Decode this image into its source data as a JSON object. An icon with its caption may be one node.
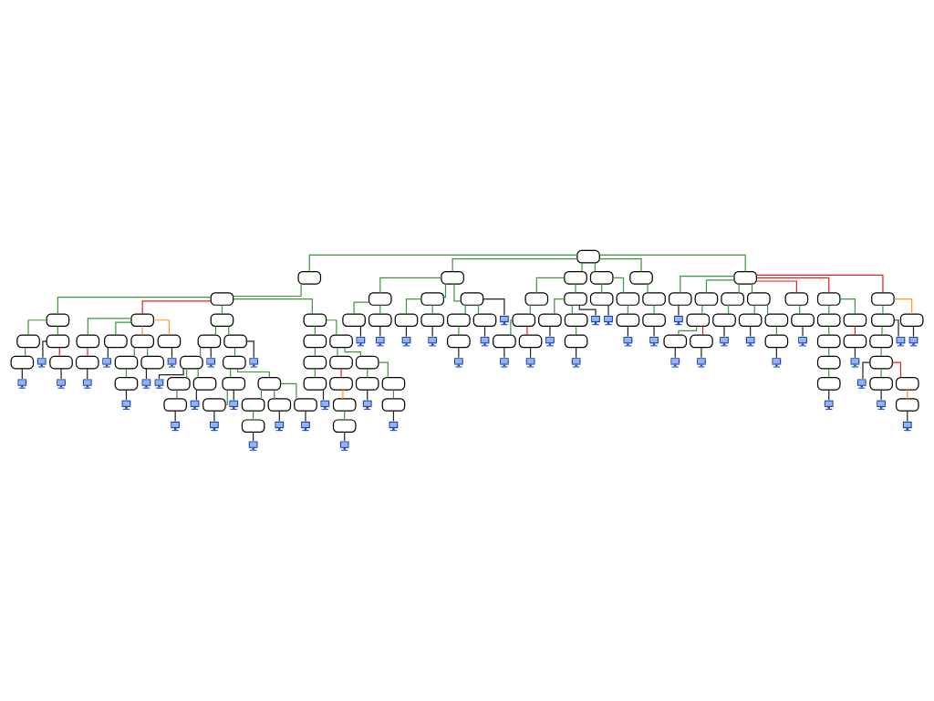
{
  "diagram": {
    "nodes": [
      {
        "text": [],
        "shape": "box"
      },
      {
        "text": [],
        "shape": "box"
      },
      {
        "text": [],
        "shape": "box"
      },
      {
        "text": [],
        "shape": "box"
      },
      {
        "text": [],
        "shape": "box"
      },
      {
        "text": [],
        "shape": "box"
      },
      {
        "text": [],
        "shape": "picture"
      },
      {
        "text": [],
        "shape": "box"
      },
      {
        "text": [],
        "shape": "picture"
      },
      {
        "text": [],
        "shape": "box"
      },
      {
        "text": [],
        "shape": "picture"
      },
      {
        "text": [],
        "shape": "box"
      },
      {
        "text": [],
        "shape": "box"
      },
      {
        "text": [],
        "shape": "box"
      },
      {
        "text": [],
        "shape": "picture"
      },
      {
        "text": [],
        "shape": "box"
      },
      {
        "text": [],
        "shape": "picture"
      },
      {
        "text": [],
        "shape": "box"
      },
      {
        "text": [],
        "shape": "box"
      },
      {
        "text": [],
        "shape": "box"
      },
      {
        "text": [],
        "shape": "picture"
      },
      {
        "text": [],
        "shape": "box"
      },
      {
        "text": [],
        "shape": "picture"
      },
      {
        "text": [],
        "shape": "box"
      },
      {
        "text": [],
        "shape": "picture"
      },
      {
        "text": [],
        "shape": "box"
      },
      {
        "text": [],
        "shape": "box"
      },
      {
        "text": [],
        "shape": "box"
      },
      {
        "text": [],
        "shape": "picture"
      },
      {
        "text": [],
        "shape": "box"
      },
      {
        "text": [],
        "shape": "box"
      },
      {
        "text": [],
        "shape": "picture"
      },
      {
        "text": [],
        "shape": "box"
      },
      {
        "text": [],
        "shape": "picture"
      },
      {
        "text": [],
        "shape": "picture"
      },
      {
        "text": [],
        "shape": "box"
      },
      {
        "text": [],
        "shape": "box"
      },
      {
        "text": [],
        "shape": "box"
      },
      {
        "text": [],
        "shape": "box"
      },
      {
        "text": [],
        "shape": "picture"
      },
      {
        "text": [],
        "shape": "picture"
      },
      {
        "text": [],
        "shape": "box"
      },
      {
        "text": [],
        "shape": "box"
      },
      {
        "text": [],
        "shape": "box"
      },
      {
        "text": [],
        "shape": "picture"
      },
      {
        "text": [],
        "shape": "box"
      },
      {
        "text": [],
        "shape": "picture"
      },
      {
        "text": [],
        "shape": "box"
      },
      {
        "text": [],
        "shape": "picture"
      },
      {
        "text": [],
        "shape": "picture"
      },
      {
        "text": [],
        "shape": "box"
      },
      {
        "text": [],
        "shape": "box"
      },
      {
        "text": [],
        "shape": "box"
      },
      {
        "text": [],
        "shape": "box"
      },
      {
        "text": [],
        "shape": "picture"
      },
      {
        "text": [],
        "shape": "box"
      },
      {
        "text": [],
        "shape": "box"
      },
      {
        "text": [],
        "shape": "box"
      },
      {
        "text": [],
        "shape": "box"
      },
      {
        "text": [],
        "shape": "box"
      },
      {
        "text": [],
        "shape": "picture"
      },
      {
        "text": [],
        "shape": "box"
      },
      {
        "text": [],
        "shape": "box"
      },
      {
        "text": [],
        "shape": "picture"
      },
      {
        "text": [],
        "shape": "box"
      },
      {
        "text": [],
        "shape": "box"
      },
      {
        "text": [],
        "shape": "picture"
      },
      {
        "text": [],
        "shape": "box"
      },
      {
        "text": [],
        "shape": "box"
      },
      {
        "text": [],
        "shape": "box"
      },
      {
        "text": [],
        "shape": "picture"
      },
      {
        "text": [],
        "shape": "box"
      },
      {
        "text": [],
        "shape": "picture"
      },
      {
        "text": [],
        "shape": "box"
      },
      {
        "text": [],
        "shape": "box"
      },
      {
        "text": [],
        "shape": "picture"
      },
      {
        "text": [],
        "shape": "box"
      },
      {
        "text": [],
        "shape": "picture"
      },
      {
        "text": [],
        "shape": "box"
      },
      {
        "text": [],
        "shape": "box"
      },
      {
        "text": [],
        "shape": "box"
      },
      {
        "text": [],
        "shape": "picture"
      },
      {
        "text": [],
        "shape": "box"
      },
      {
        "text": [],
        "shape": "picture"
      },
      {
        "text": [],
        "shape": "picture"
      },
      {
        "text": [],
        "shape": "box"
      },
      {
        "text": [],
        "shape": "box"
      },
      {
        "text": [],
        "shape": "box"
      },
      {
        "text": [],
        "shape": "box"
      },
      {
        "text": [],
        "shape": "picture"
      },
      {
        "text": [],
        "shape": "box"
      },
      {
        "text": [],
        "shape": "picture"
      },
      {
        "text": [],
        "shape": "box"
      },
      {
        "text": [],
        "shape": "box"
      },
      {
        "text": [],
        "shape": "picture"
      },
      {
        "text": [],
        "shape": "box"
      },
      {
        "text": [],
        "shape": "box"
      },
      {
        "text": [],
        "shape": "picture"
      },
      {
        "text": [],
        "shape": "picture"
      },
      {
        "text": [],
        "shape": "box"
      },
      {
        "text": [],
        "shape": "box"
      },
      {
        "text": [],
        "shape": "picture"
      },
      {
        "text": [],
        "shape": "box"
      },
      {
        "text": [],
        "shape": "box"
      },
      {
        "text": [],
        "shape": "picture"
      },
      {
        "text": [],
        "shape": "box"
      },
      {
        "text": [],
        "shape": "box"
      },
      {
        "text": [],
        "shape": "box"
      },
      {
        "text": [],
        "shape": "picture"
      },
      {
        "text": [],
        "shape": "box"
      },
      {
        "text": [],
        "shape": "box"
      },
      {
        "text": [],
        "shape": "picture"
      },
      {
        "text": [],
        "shape": "box"
      },
      {
        "text": [],
        "shape": "box"
      },
      {
        "text": [],
        "shape": "box"
      },
      {
        "text": [],
        "shape": "picture"
      },
      {
        "text": [],
        "shape": "box"
      },
      {
        "text": [],
        "shape": "picture"
      },
      {
        "text": [],
        "shape": "box"
      },
      {
        "text": [],
        "shape": "box"
      },
      {
        "text": [],
        "shape": "picture"
      },
      {
        "text": [],
        "shape": "box"
      },
      {
        "text": [],
        "shape": "box"
      },
      {
        "text": [],
        "shape": "picture"
      },
      {
        "text": [],
        "shape": "box"
      },
      {
        "text": [],
        "shape": "box"
      },
      {
        "text": [],
        "shape": "picture"
      },
      {
        "text": [],
        "shape": "box"
      },
      {
        "text": [],
        "shape": "box"
      },
      {
        "text": [],
        "shape": "picture"
      },
      {
        "text": [],
        "shape": "box"
      },
      {
        "text": [],
        "shape": "box"
      },
      {
        "text": [],
        "shape": "box"
      },
      {
        "text": [],
        "shape": "box"
      },
      {
        "text": [],
        "shape": "box"
      },
      {
        "text": [],
        "shape": "picture"
      },
      {
        "text": [],
        "shape": "box"
      },
      {
        "text": [],
        "shape": "box"
      },
      {
        "text": [],
        "shape": "picture"
      },
      {
        "text": [],
        "shape": "box"
      },
      {
        "text": [],
        "shape": "box"
      },
      {
        "text": [],
        "shape": "box"
      },
      {
        "text": [],
        "shape": "box"
      },
      {
        "text": [],
        "shape": "picture"
      },
      {
        "text": [],
        "shape": "box"
      },
      {
        "text": [],
        "shape": "picture"
      },
      {
        "text": [],
        "shape": "box"
      },
      {
        "text": [],
        "shape": "box"
      },
      {
        "text": [],
        "shape": "picture"
      },
      {
        "text": [],
        "shape": "picture"
      },
      {
        "text": [],
        "shape": "box"
      },
      {
        "text": [],
        "shape": "picture"
      }
    ],
    "edges": [
      {
        "from": 0,
        "to": 1,
        "arrow": "none"
      },
      {
        "from": 1,
        "to": 2,
        "arrow": "none"
      },
      {
        "from": 2,
        "to": 3,
        "arrow": "none"
      },
      {
        "from": 3,
        "to": 4,
        "arrow": "none"
      },
      {
        "from": 4,
        "to": 5,
        "arrow": "none"
      },
      {
        "from": 5,
        "to": 6,
        "arrow": "none",
        "color": "#222222"
      },
      {
        "from": 3,
        "to": 7,
        "arrow": "none"
      },
      {
        "from": 7,
        "to": 8,
        "arrow": "none",
        "color": "#222222"
      },
      {
        "from": 7,
        "to": 9,
        "arrow": "none",
        "color": "#e52222"
      },
      {
        "from": 9,
        "to": 10,
        "arrow": "none",
        "color": "#222222"
      },
      {
        "from": 2,
        "to": 11,
        "arrow": "none",
        "color": "#e52222"
      },
      {
        "from": 11,
        "to": 12,
        "arrow": "none"
      },
      {
        "from": 12,
        "to": 13,
        "arrow": "none",
        "color": "#e52222"
      },
      {
        "from": 13,
        "to": 14,
        "arrow": "none",
        "color": "#222222"
      },
      {
        "from": 11,
        "to": 15,
        "arrow": "none"
      },
      {
        "from": 15,
        "to": 16,
        "arrow": "none",
        "color": "#222222"
      },
      {
        "from": 11,
        "to": 17,
        "arrow": "none",
        "color": "#ff9a1a"
      },
      {
        "from": 17,
        "to": 18,
        "arrow": "none"
      },
      {
        "from": 18,
        "to": 19,
        "arrow": "none"
      },
      {
        "from": 19,
        "to": 20,
        "arrow": "none",
        "color": "#222222"
      },
      {
        "from": 17,
        "to": 21,
        "arrow": "none"
      },
      {
        "from": 21,
        "to": 22,
        "arrow": "none",
        "color": "#222222"
      },
      {
        "from": 11,
        "to": 23,
        "arrow": "none",
        "color": "#ff9a1a"
      },
      {
        "from": 23,
        "to": 24,
        "arrow": "none",
        "color": "#222222"
      },
      {
        "from": 2,
        "to": 25,
        "arrow": "none"
      },
      {
        "from": 25,
        "to": 26,
        "arrow": "none"
      },
      {
        "from": 26,
        "to": 27,
        "arrow": "none"
      },
      {
        "from": 27,
        "to": 28,
        "arrow": "none",
        "color": "#222222"
      },
      {
        "from": 27,
        "to": 29,
        "arrow": "none"
      },
      {
        "from": 29,
        "to": 30,
        "arrow": "none"
      },
      {
        "from": 30,
        "to": 31,
        "arrow": "none",
        "color": "#222222"
      },
      {
        "from": 27,
        "to": 32,
        "arrow": "none"
      },
      {
        "from": 32,
        "to": 33,
        "arrow": "none",
        "color": "#222222"
      },
      {
        "from": 26,
        "to": 34,
        "arrow": "none",
        "color": "#222222"
      },
      {
        "from": 25,
        "to": 35,
        "arrow": "none"
      },
      {
        "from": 35,
        "to": 36,
        "arrow": "none"
      },
      {
        "from": 36,
        "to": 37,
        "arrow": "none"
      },
      {
        "from": 37,
        "to": 38,
        "arrow": "none"
      },
      {
        "from": 38,
        "to": 39,
        "arrow": "none",
        "color": "#222222"
      },
      {
        "from": 37,
        "to": 40,
        "arrow": "none",
        "color": "#222222"
      },
      {
        "from": 36,
        "to": 41,
        "arrow": "none"
      },
      {
        "from": 41,
        "to": 42,
        "arrow": "none"
      },
      {
        "from": 42,
        "to": 43,
        "arrow": "none"
      },
      {
        "from": 43,
        "to": 44,
        "arrow": "none",
        "color": "#222222"
      },
      {
        "from": 41,
        "to": 45,
        "arrow": "none"
      },
      {
        "from": 45,
        "to": 46,
        "arrow": "none",
        "color": "#222222"
      },
      {
        "from": 41,
        "to": 47,
        "arrow": "none"
      },
      {
        "from": 47,
        "to": 48,
        "arrow": "none",
        "color": "#222222"
      },
      {
        "from": 35,
        "to": 49,
        "arrow": "none",
        "color": "#222222"
      },
      {
        "from": 2,
        "to": 50,
        "arrow": "none"
      },
      {
        "from": 50,
        "to": 51,
        "arrow": "none"
      },
      {
        "from": 51,
        "to": 52,
        "arrow": "none"
      },
      {
        "from": 52,
        "to": 53,
        "arrow": "none"
      },
      {
        "from": 53,
        "to": 54,
        "arrow": "none",
        "color": "#222222"
      },
      {
        "from": 50,
        "to": 55,
        "arrow": "none"
      },
      {
        "from": 55,
        "to": 56,
        "arrow": "none"
      },
      {
        "from": 56,
        "to": 57,
        "arrow": "none",
        "color": "#e52222"
      },
      {
        "from": 57,
        "to": 58,
        "arrow": "none",
        "color": "#ff9a1a"
      },
      {
        "from": 58,
        "to": 59,
        "arrow": "none"
      },
      {
        "from": 59,
        "to": 60,
        "arrow": "none",
        "color": "#222222"
      },
      {
        "from": 55,
        "to": 61,
        "arrow": "none"
      },
      {
        "from": 61,
        "to": 62,
        "arrow": "none"
      },
      {
        "from": 62,
        "to": 63,
        "arrow": "none",
        "color": "#222222"
      },
      {
        "from": 61,
        "to": 64,
        "arrow": "none"
      },
      {
        "from": 64,
        "to": 65,
        "arrow": "none"
      },
      {
        "from": 65,
        "to": 66,
        "arrow": "none",
        "color": "#222222"
      },
      {
        "from": 0,
        "to": 67,
        "arrow": "none"
      },
      {
        "from": 67,
        "to": 68,
        "arrow": "none"
      },
      {
        "from": 68,
        "to": 69,
        "arrow": "none"
      },
      {
        "from": 69,
        "to": 70,
        "arrow": "none",
        "color": "#222222"
      },
      {
        "from": 68,
        "to": 71,
        "arrow": "none"
      },
      {
        "from": 71,
        "to": 72,
        "arrow": "none",
        "color": "#222222"
      },
      {
        "from": 67,
        "to": 73,
        "arrow": "none"
      },
      {
        "from": 73,
        "to": 74,
        "arrow": "none"
      },
      {
        "from": 74,
        "to": 75,
        "arrow": "none",
        "color": "#222222"
      },
      {
        "from": 73,
        "to": 76,
        "arrow": "none"
      },
      {
        "from": 76,
        "to": 77,
        "arrow": "none",
        "color": "#222222"
      },
      {
        "from": 67,
        "to": 78,
        "arrow": "none"
      },
      {
        "from": 78,
        "to": 79,
        "arrow": "none"
      },
      {
        "from": 79,
        "to": 80,
        "arrow": "none"
      },
      {
        "from": 80,
        "to": 81,
        "arrow": "none",
        "color": "#222222"
      },
      {
        "from": 78,
        "to": 82,
        "arrow": "none"
      },
      {
        "from": 82,
        "to": 83,
        "arrow": "none",
        "color": "#222222"
      },
      {
        "from": 78,
        "to": 84,
        "arrow": "none",
        "color": "#222222"
      },
      {
        "from": 0,
        "to": 85,
        "arrow": "none"
      },
      {
        "from": 85,
        "to": 86,
        "arrow": "none"
      },
      {
        "from": 86,
        "to": 87,
        "arrow": "none"
      },
      {
        "from": 87,
        "to": 88,
        "arrow": "none"
      },
      {
        "from": 88,
        "to": 89,
        "arrow": "none",
        "color": "#222222"
      },
      {
        "from": 87,
        "to": 90,
        "arrow": "none",
        "color": "#e52222"
      },
      {
        "from": 90,
        "to": 91,
        "arrow": "none",
        "color": "#222222"
      },
      {
        "from": 85,
        "to": 92,
        "arrow": "none"
      },
      {
        "from": 92,
        "to": 93,
        "arrow": "none"
      },
      {
        "from": 93,
        "to": 94,
        "arrow": "none",
        "color": "#222222"
      },
      {
        "from": 92,
        "to": 95,
        "arrow": "none"
      },
      {
        "from": 95,
        "to": 96,
        "arrow": "none"
      },
      {
        "from": 96,
        "to": 97,
        "arrow": "none",
        "color": "#222222"
      },
      {
        "from": 92,
        "to": 98,
        "arrow": "none",
        "color": "#222222"
      },
      {
        "from": 0,
        "to": 99,
        "arrow": "none"
      },
      {
        "from": 99,
        "to": 100,
        "arrow": "none"
      },
      {
        "from": 100,
        "to": 101,
        "arrow": "none",
        "color": "#222222"
      },
      {
        "from": 99,
        "to": 102,
        "arrow": "none"
      },
      {
        "from": 102,
        "to": 103,
        "arrow": "none"
      },
      {
        "from": 103,
        "to": 104,
        "arrow": "none",
        "color": "#222222"
      },
      {
        "from": 0,
        "to": 105,
        "arrow": "none"
      },
      {
        "from": 105,
        "to": 106,
        "arrow": "none"
      },
      {
        "from": 106,
        "to": 107,
        "arrow": "none"
      },
      {
        "from": 107,
        "to": 108,
        "arrow": "none",
        "color": "#222222"
      },
      {
        "from": 0,
        "to": 109,
        "arrow": "none"
      },
      {
        "from": 109,
        "to": 110,
        "arrow": "none"
      },
      {
        "from": 110,
        "to": 111,
        "arrow": "none",
        "color": "#222222"
      },
      {
        "from": 109,
        "to": 112,
        "arrow": "none"
      },
      {
        "from": 112,
        "to": 113,
        "arrow": "none"
      },
      {
        "from": 113,
        "to": 114,
        "arrow": "none"
      },
      {
        "from": 114,
        "to": 115,
        "arrow": "none",
        "color": "#222222"
      },
      {
        "from": 113,
        "to": 116,
        "arrow": "none",
        "color": "#e52222"
      },
      {
        "from": 116,
        "to": 117,
        "arrow": "none",
        "color": "#222222"
      },
      {
        "from": 109,
        "to": 118,
        "arrow": "none"
      },
      {
        "from": 118,
        "to": 119,
        "arrow": "none"
      },
      {
        "from": 119,
        "to": 120,
        "arrow": "none",
        "color": "#222222"
      },
      {
        "from": 109,
        "to": 121,
        "arrow": "none"
      },
      {
        "from": 121,
        "to": 122,
        "arrow": "none"
      },
      {
        "from": 122,
        "to": 123,
        "arrow": "none",
        "color": "#222222"
      },
      {
        "from": 121,
        "to": 124,
        "arrow": "none"
      },
      {
        "from": 124,
        "to": 125,
        "arrow": "none"
      },
      {
        "from": 125,
        "to": 126,
        "arrow": "none",
        "color": "#222222"
      },
      {
        "from": 109,
        "to": 127,
        "arrow": "none",
        "color": "#e52222"
      },
      {
        "from": 127,
        "to": 128,
        "arrow": "none"
      },
      {
        "from": 128,
        "to": 129,
        "arrow": "none",
        "color": "#222222"
      },
      {
        "from": 109,
        "to": 130,
        "arrow": "none",
        "color": "#e52222"
      },
      {
        "from": 130,
        "to": 131,
        "arrow": "none"
      },
      {
        "from": 131,
        "to": 132,
        "arrow": "none"
      },
      {
        "from": 132,
        "to": 133,
        "arrow": "none"
      },
      {
        "from": 133,
        "to": 134,
        "arrow": "none"
      },
      {
        "from": 134,
        "to": 135,
        "arrow": "none",
        "color": "#222222"
      },
      {
        "from": 130,
        "to": 136,
        "arrow": "none"
      },
      {
        "from": 136,
        "to": 137,
        "arrow": "none",
        "color": "#e52222"
      },
      {
        "from": 137,
        "to": 138,
        "arrow": "none",
        "color": "#222222"
      },
      {
        "from": 109,
        "to": 139,
        "arrow": "none",
        "color": "#e52222"
      },
      {
        "from": 139,
        "to": 140,
        "arrow": "none"
      },
      {
        "from": 140,
        "to": 141,
        "arrow": "none"
      },
      {
        "from": 141,
        "to": 142,
        "arrow": "none"
      },
      {
        "from": 142,
        "to": 143,
        "arrow": "none",
        "color": "#222222"
      },
      {
        "from": 142,
        "to": 144,
        "arrow": "none"
      },
      {
        "from": 144,
        "to": 145,
        "arrow": "none",
        "color": "#222222"
      },
      {
        "from": 142,
        "to": 146,
        "arrow": "none",
        "color": "#e52222"
      },
      {
        "from": 146,
        "to": 147,
        "arrow": "none",
        "color": "#ff9a1a"
      },
      {
        "from": 147,
        "to": 148,
        "arrow": "none",
        "color": "#222222"
      },
      {
        "from": 140,
        "to": 149,
        "arrow": "none",
        "color": "#222222"
      },
      {
        "from": 139,
        "to": 150,
        "arrow": "none",
        "color": "#ff9a1a"
      },
      {
        "from": 150,
        "to": 151,
        "arrow": "none",
        "color": "#222222"
      }
    ]
  }
}
